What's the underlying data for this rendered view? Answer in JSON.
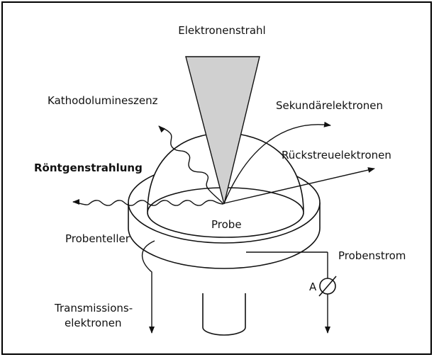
{
  "labels": {
    "beam": "Elektronenstrahl",
    "cathodoluminescence": "Kathodolumineszenz",
    "secondary": "Sekundärelektronen",
    "backscatter": "Rückstreuelektronen",
    "xray": "Röntgenstrahlung",
    "sample": "Probe",
    "holder": "Probenteller",
    "current": "Probenstrom",
    "ammeter": "A",
    "transmission_line1": "Transmissions-",
    "transmission_line2": "elektronen"
  },
  "colors": {
    "frame": "#000000",
    "line": "#111111",
    "beam_fill": "#d0d0d0",
    "background": "#ffffff"
  }
}
